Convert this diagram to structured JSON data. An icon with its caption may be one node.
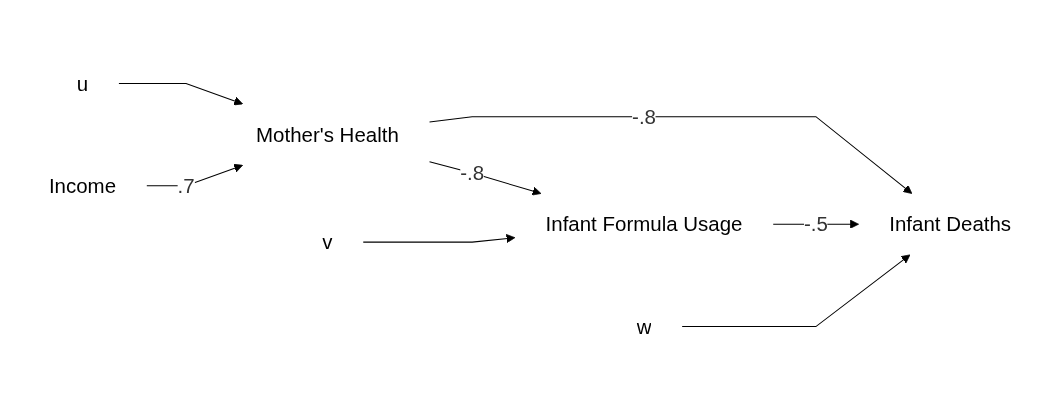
{
  "diagram": {
    "nodes": [
      {
        "text": [
          "u"
        ]
      },
      {
        "text": [
          "Mother's Health"
        ]
      },
      {
        "text": [
          "Income"
        ]
      },
      {
        "text": [
          "Infant Formula Usage"
        ]
      },
      {
        "text": [
          "Infant Deaths"
        ]
      },
      {
        "text": [
          "w"
        ]
      },
      {
        "text": [
          "v"
        ]
      }
    ],
    "edges": [
      {
        "from": 0,
        "to": 1,
        "arrow": "to"
      },
      {
        "from": 2,
        "to": 1,
        "label": ".7",
        "arrow": "to"
      },
      {
        "from": 1,
        "to": 3,
        "label": "-.8",
        "arrow": "to"
      },
      {
        "from": 1,
        "to": 4,
        "label": "-.8",
        "arrow": "to"
      },
      {
        "from": 3,
        "to": 4,
        "label": "-.5",
        "arrow": "to"
      },
      {
        "from": 5,
        "to": 4,
        "arrow": "to"
      },
      {
        "from": 6,
        "to": 3,
        "arrow": "to"
      }
    ]
  }
}
